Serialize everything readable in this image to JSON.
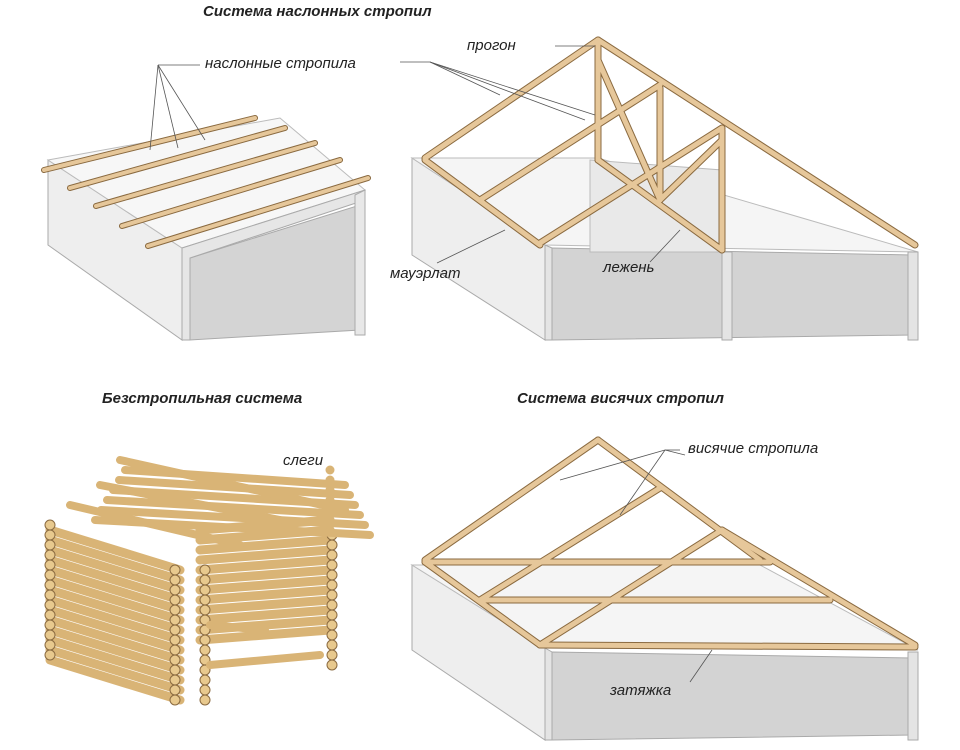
{
  "titles": {
    "rafter_lean": "Система наслонных стропил",
    "rafterless": "Безстропильная система",
    "rafter_hang": "Система висячих стропил"
  },
  "labels": {
    "lean_rafters": "наслонные стропила",
    "purlin": "прогон",
    "mauerlat": "мауэрлат",
    "bed": "лежень",
    "slegi": "слеги",
    "hang_rafters": "висячие стропила",
    "tie": "затяжка"
  },
  "colors": {
    "wood": "#e6c79a",
    "wood_edge": "#8a6a40",
    "wall": "#f2f2f2",
    "wall_shade": "#d8d8d8",
    "floor": "#cfcfcf",
    "log": "#d9b476"
  }
}
